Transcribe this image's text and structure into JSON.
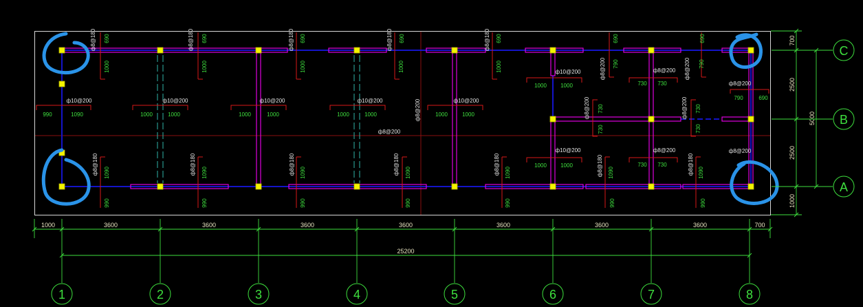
{
  "grid": {
    "vertical_axes": [
      "1",
      "2",
      "3",
      "4",
      "5",
      "6",
      "7",
      "8"
    ],
    "horizontal_axes": [
      "C",
      "B",
      "A"
    ]
  },
  "dimensions": {
    "bottom": [
      "1000",
      "3600",
      "3600",
      "3600",
      "3600",
      "3600",
      "3600",
      "3600",
      "700"
    ],
    "bottom_total": "25200",
    "right": [
      "700",
      "2500",
      "2500",
      "1000"
    ],
    "right_total": "5000"
  },
  "rebar": [
    "ф8@180",
    "ф8@180",
    "ф8@180",
    "ф8@180",
    "ф8@180",
    "ф10@200",
    "ф10@200",
    "ф10@200",
    "ф10@200",
    "ф10@200",
    "ф8@200",
    "ф8@200",
    "ф10@200",
    "ф8@200",
    "ф8@200",
    "ф8@200",
    "ф8@200",
    "ф8@200",
    "ф8@200",
    "ф10@200",
    "ф8@200",
    "ф8@200",
    "ф8@180",
    "ф8@180",
    "ф8@180",
    "ф8@180",
    "ф8@180",
    "ф8@180",
    "ф8@180"
  ],
  "lengths": [
    "690",
    "690",
    "690",
    "690",
    "690",
    "690",
    "690",
    "1000",
    "1000",
    "1000",
    "1000",
    "1000",
    "790",
    "790",
    "990",
    "1090",
    "1000",
    "1000",
    "1000",
    "1000",
    "1000",
    "1000",
    "1000",
    "1000",
    "1000",
    "1000",
    "730",
    "730",
    "790",
    "690",
    "730",
    "730",
    "730",
    "730",
    "1000",
    "1000",
    "730",
    "730",
    "1090",
    "1090",
    "1090",
    "1090",
    "1090",
    "1090",
    "1090",
    "990",
    "990",
    "990",
    "990",
    "990",
    "990",
    "990"
  ],
  "colors": {
    "background": "#000000",
    "grid_lines": "#3ee03e",
    "columns": "#f4f400",
    "beams": "#1414c8",
    "walls": "#e000e0",
    "rebar_marks": "#d81818",
    "markup": "#2a93e8"
  }
}
